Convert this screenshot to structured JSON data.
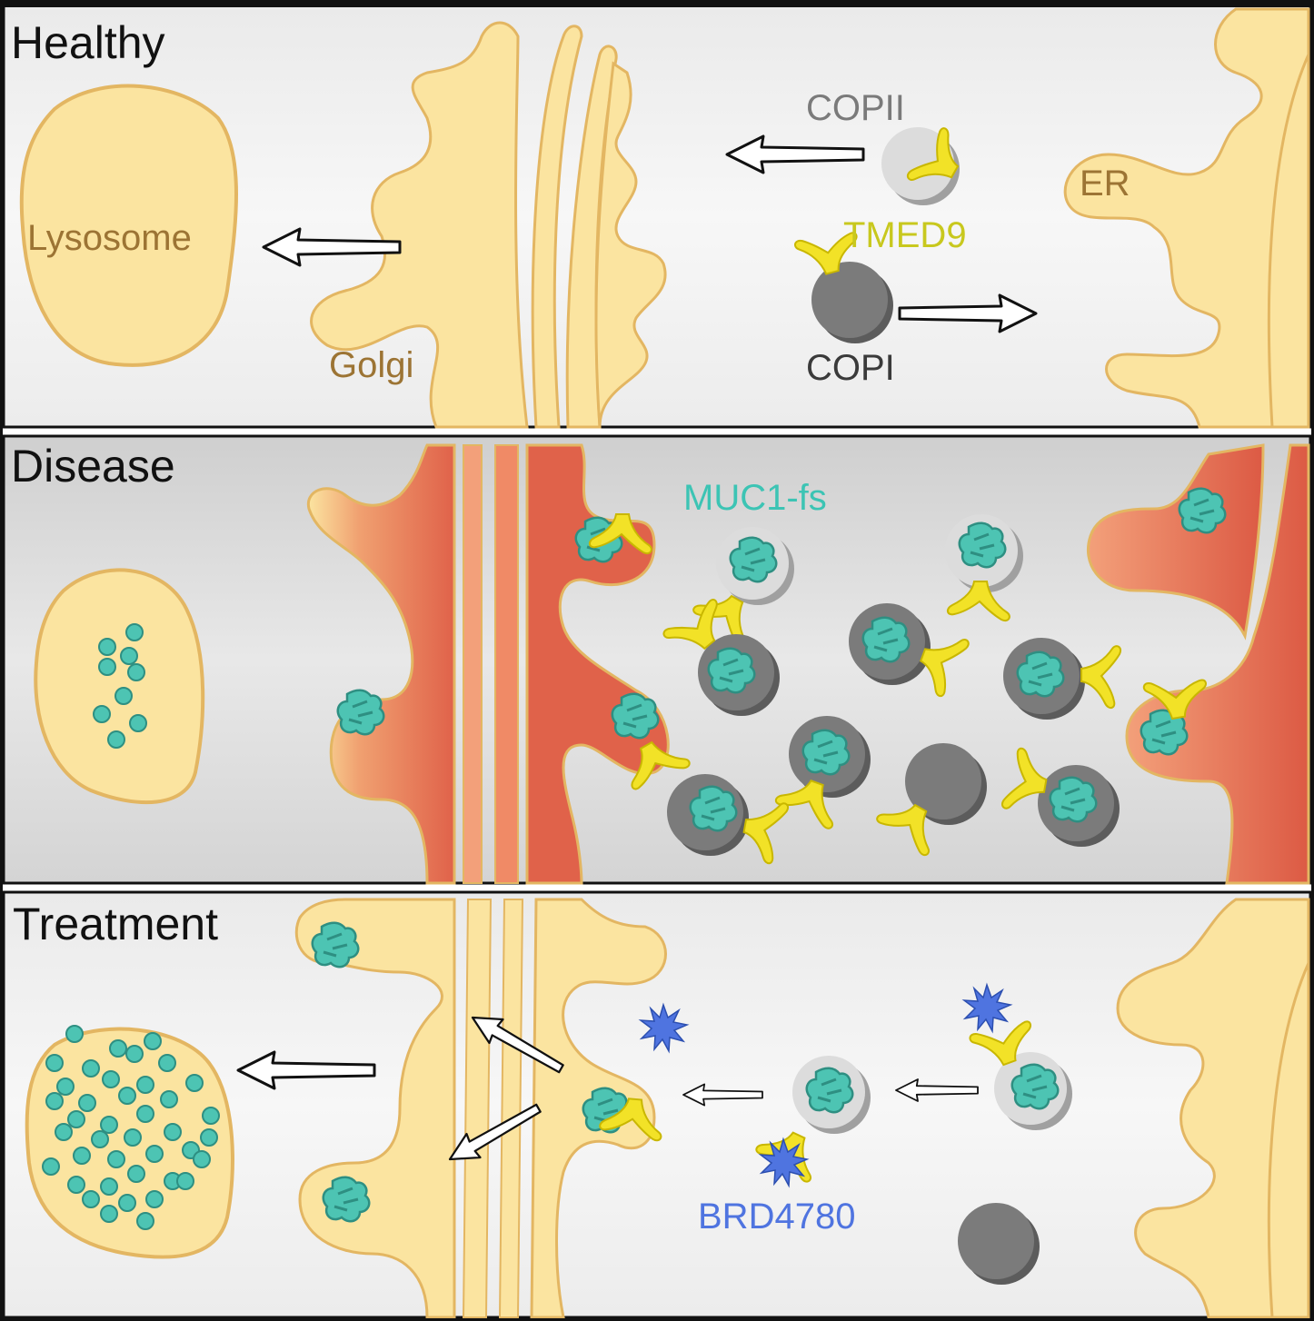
{
  "panels": {
    "healthy": {
      "title": "Healthy",
      "labels": {
        "lysosome": "Lysosome",
        "golgi": "Golgi",
        "er": "ER",
        "copii": "COPII",
        "copi": "COPI",
        "tmed9": "TMED9"
      }
    },
    "disease": {
      "title": "Disease",
      "labels": {
        "muc1": "MUC1-fs"
      }
    },
    "treatment": {
      "title": "Treatment",
      "labels": {
        "brd4780": "BRD4780"
      }
    }
  },
  "colors": {
    "organelle_fill": "#FBE4A0",
    "organelle_stroke": "#E3B662",
    "label_brown": "#9C7434",
    "label_gray": "#7A7A7A",
    "label_dark": "#3A3A3A",
    "tmed9_yellow": "#F2E227",
    "tmed9_label": "#C8C81E",
    "muc1_teal": "#4DC4B3",
    "muc1_label": "#3CC4B4",
    "stress_red": "#E0624A",
    "brd4780_blue": "#4F74E0",
    "copi_gray": "#7B7B7B",
    "copii_light": "#DCDCDC"
  },
  "icons": [
    "lysosome",
    "golgi-stack",
    "endoplasmic-reticulum",
    "copii-vesicle",
    "copi-vesicle",
    "tmed9-cargo-receptor",
    "muc1-fs-protein",
    "brd4780-molecule",
    "transport-arrow"
  ]
}
